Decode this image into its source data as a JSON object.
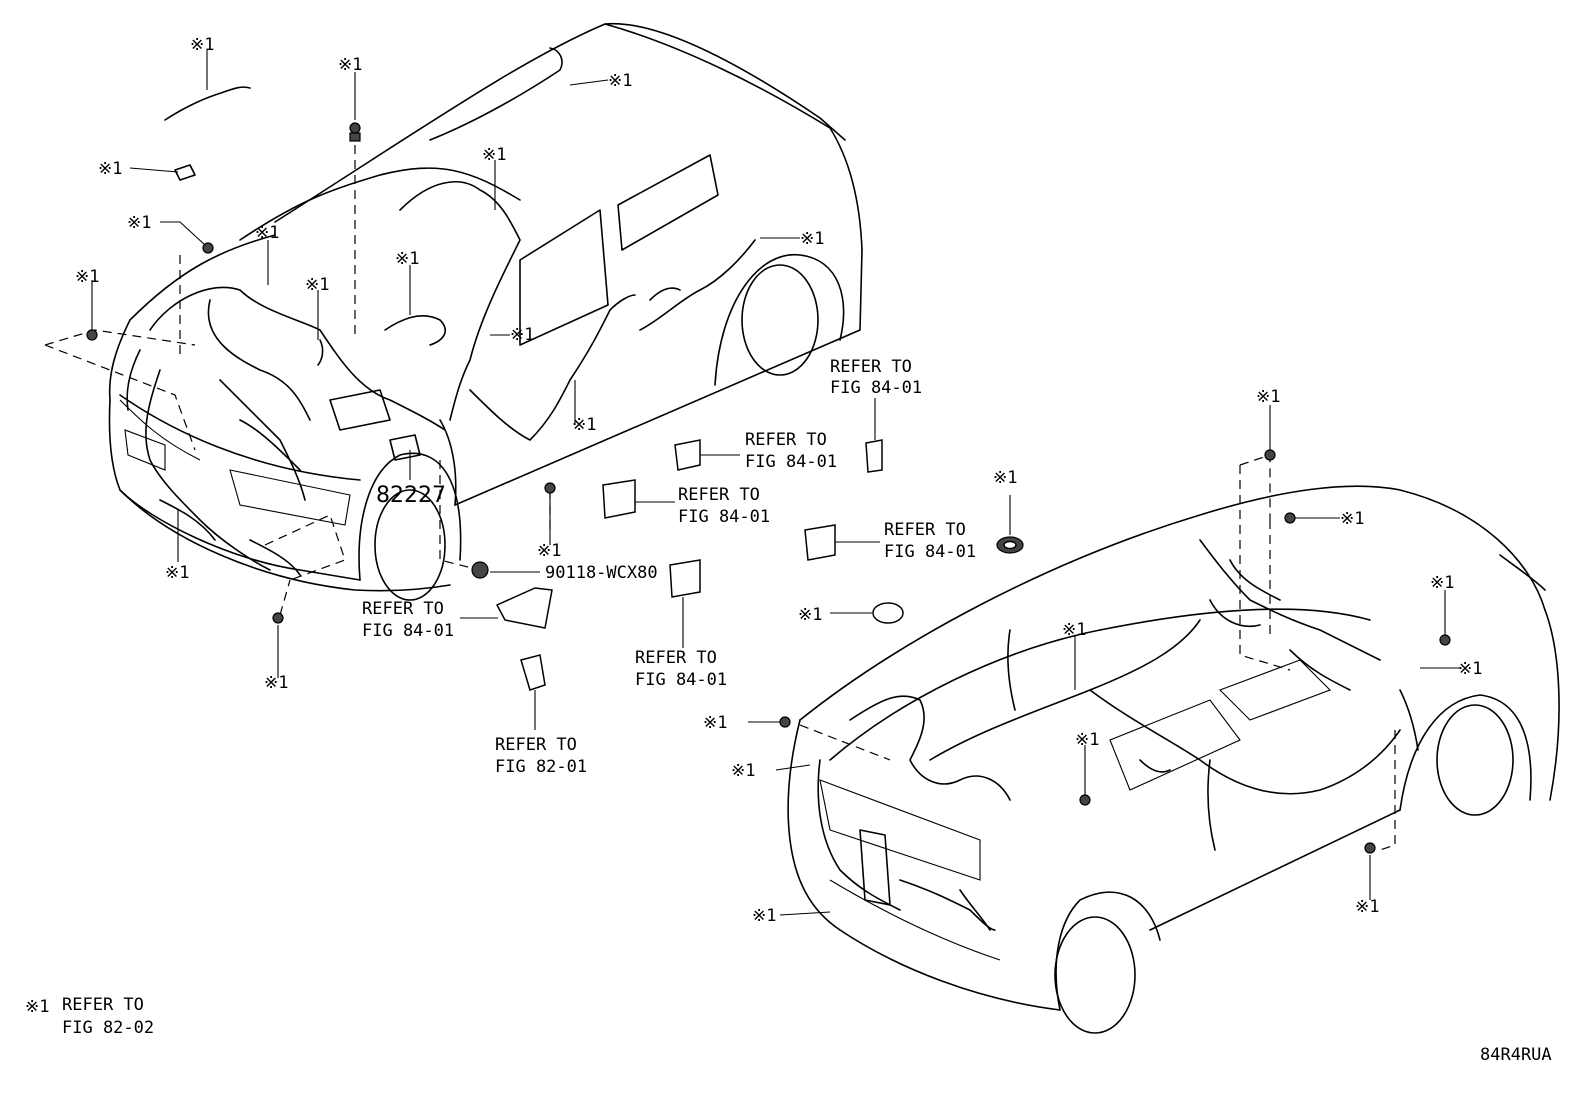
{
  "note_mark": "※1",
  "refer_line1": "REFER TO",
  "fig_8401": "FIG 84-01",
  "fig_8201": "FIG 82-01",
  "fig_8202": "FIG 82-02",
  "part_82227": "82227",
  "part_90118": "90118-WCX80",
  "diagram_code": "84R4RUA"
}
